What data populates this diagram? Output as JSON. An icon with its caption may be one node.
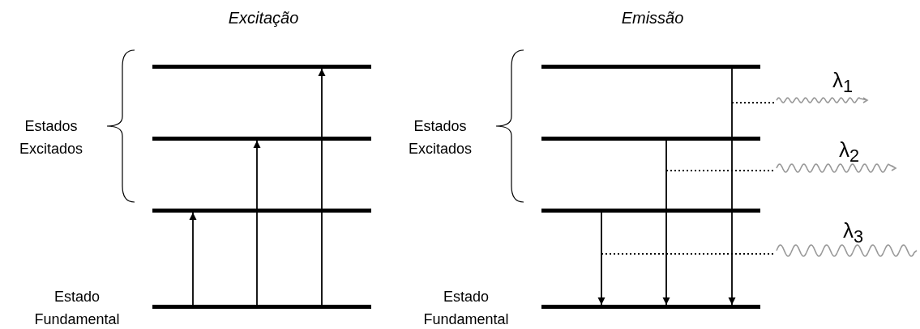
{
  "diagram": {
    "nodes": [
      {
        "text": [],
        "shape": "bar"
      },
      {
        "text": [],
        "shape": "bar"
      },
      {
        "text": [],
        "shape": "bar"
      },
      {
        "text": [],
        "shape": "bar",
        "beside": [
          "Estado Fundamental"
        ]
      },
      {
        "text": [],
        "shape": "bar"
      },
      {
        "text": [],
        "shape": "bar"
      },
      {
        "text": [],
        "shape": "bar"
      },
      {
        "text": [],
        "shape": "bar",
        "beside": [
          "Estado Fundamental"
        ]
      },
      {
        "text": [
          "λ$_{1}$"
        ]
      },
      {
        "text": [
          "λ$_{2}$"
        ]
      },
      {
        "text": [
          "λ$_{3}$"
        ]
      }
    ],
    "edges": [
      {
        "from": 3,
        "to": 2,
        "arrow": "to"
      },
      {
        "from": 3,
        "to": 1,
        "arrow": "to"
      },
      {
        "from": 3,
        "to": 0,
        "arrow": "to"
      },
      {
        "from": 6,
        "to": 7,
        "arrow": "to"
      },
      {
        "from": 5,
        "to": 7,
        "arrow": "to"
      },
      {
        "from": 4,
        "to": 7,
        "arrow": "to"
      },
      {
        "from": null,
        "to": 8,
        "arrow": "none",
        "style": "dashed"
      },
      {
        "from": null,
        "to": 9,
        "arrow": "none",
        "style": "dashed"
      },
      {
        "from": null,
        "to": 10,
        "arrow": "none",
        "style": "dashed"
      }
    ],
    "labels": [
      "Excitação",
      "Emissão",
      "Estados Excitados",
      "Estados Excitados"
    ]
  }
}
